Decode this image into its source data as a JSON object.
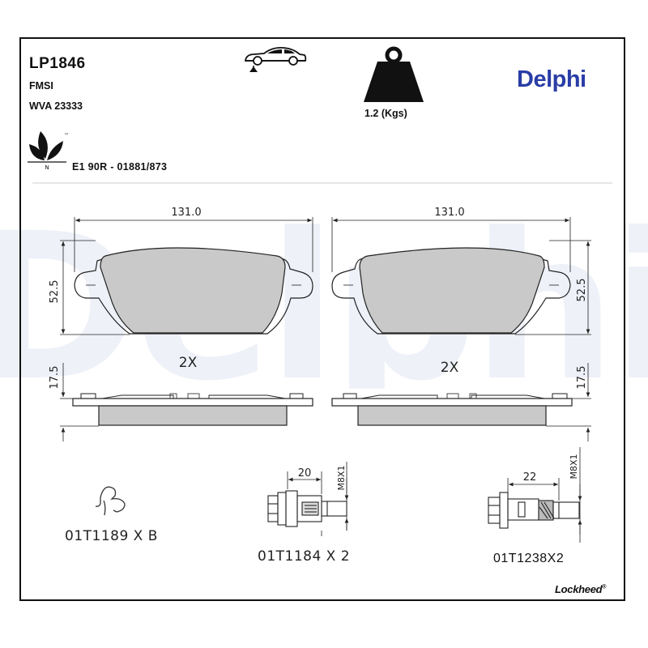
{
  "header": {
    "part_code": "LP1846",
    "fmsi_label": "FMSI",
    "wva_label": "WVA 23333",
    "ece_approval": "E1 90R - 01881/873",
    "weight": "1.2 (Kgs)",
    "brand": "Delphi",
    "watermark": "Delphi",
    "eco_mark": "™",
    "eco_letter": "N"
  },
  "icons": {
    "car": "car-on-lift-icon",
    "weight": "weight-icon",
    "eco": "eco-leaf-icon"
  },
  "pads": {
    "left": {
      "width": "131.0",
      "height": "52.5",
      "thickness": "17.5",
      "qty": "2X"
    },
    "right": {
      "width": "131.0",
      "height": "52.5",
      "thickness": "17.5",
      "qty": "2X"
    }
  },
  "accessories": {
    "clip": {
      "part": "01T1189 X B"
    },
    "bolt_small": {
      "part": "01T1184 X 2",
      "length": "20",
      "thread": "M8X1"
    },
    "bolt_large": {
      "part": "01T1238X2",
      "length": "22",
      "thread": "M8X1"
    }
  },
  "footer": {
    "brand": "Lockheed",
    "reg_mark": "®"
  },
  "colors": {
    "brand_blue": "#2a3da6",
    "pad_fill": "#c9c9c9",
    "watermark": "#eef1f8",
    "line": "#222222"
  }
}
